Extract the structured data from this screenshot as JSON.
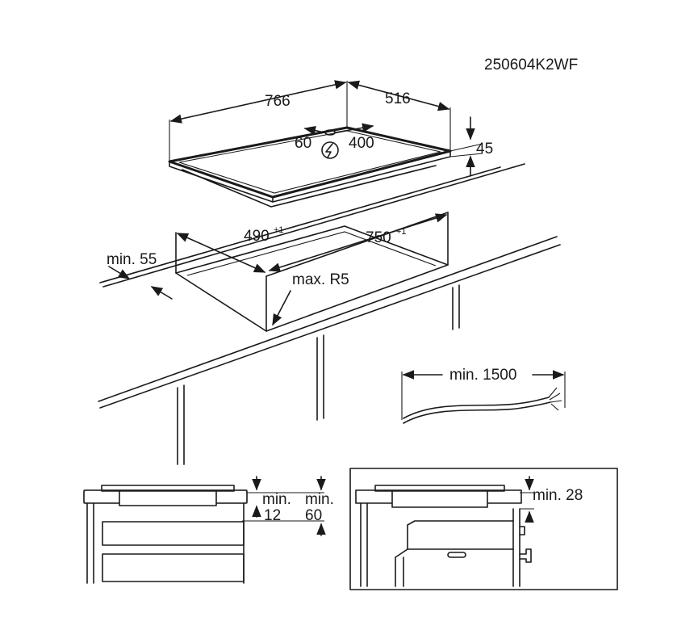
{
  "drawing_code": "250604K2WF",
  "hob": {
    "width_label": "766",
    "depth_label": "516",
    "height_label": "45",
    "cable_offset_left": "60",
    "cable_offset_right": "400"
  },
  "cutout": {
    "depth_label": "490",
    "depth_tolerance": "+1",
    "width_label": "750",
    "width_tolerance": "+1",
    "front_min_label": "min. 55",
    "radius_label": "max. R5"
  },
  "cable": {
    "length_label": "min. 1500"
  },
  "section_left": {
    "min1_line1": "min.",
    "min1_line2": "12",
    "min2_line1": "min.",
    "min2_line2": "60"
  },
  "section_right": {
    "min_label": "min. 28"
  },
  "icons": {
    "electric": "lightning-bolt-in-circle"
  }
}
